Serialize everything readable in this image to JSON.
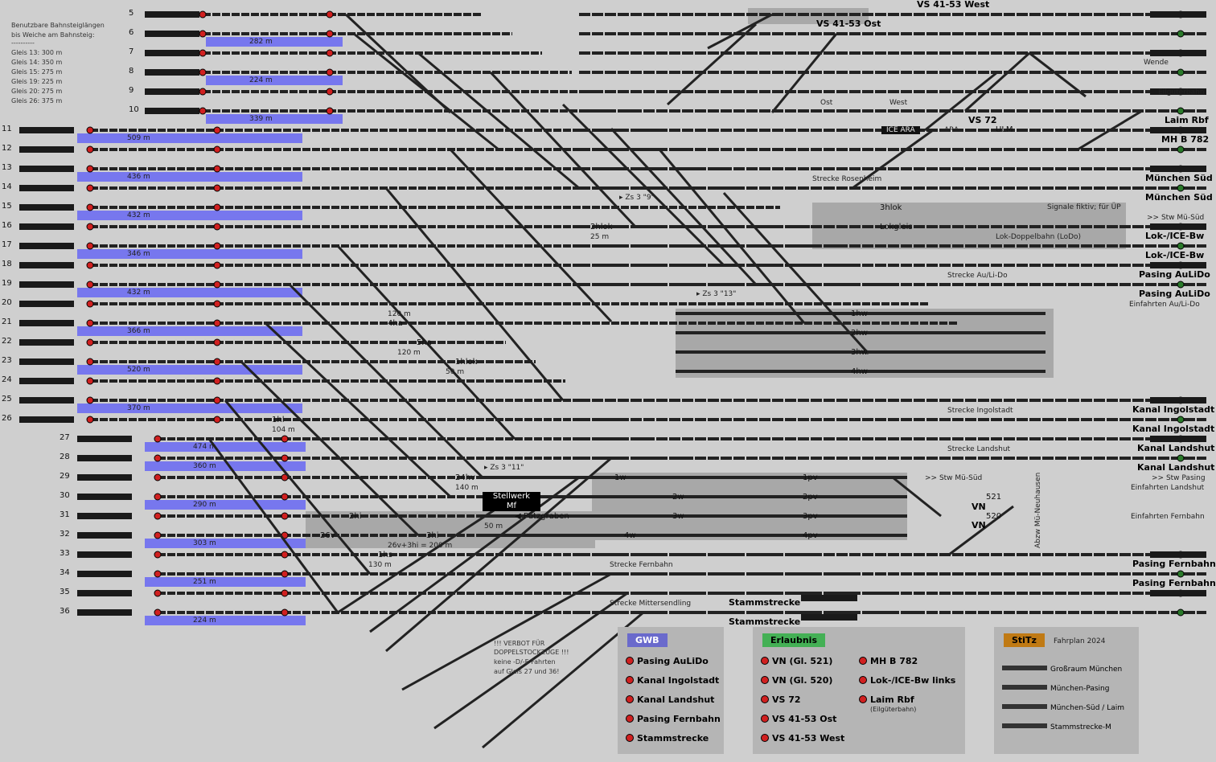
{
  "legend_top": {
    "title_lines": [
      "Benutzbare Bahnsteiglängen",
      "bis Weiche am Bahnsteig:",
      "----------"
    ],
    "rows": [
      "Gleis 13: 300 m",
      "Gleis 14: 350 m",
      "Gleis 15: 275 m",
      "Gleis 19: 225 m",
      "Gleis 20: 275 m",
      "Gleis 26: 375 m"
    ]
  },
  "tracks": [
    {
      "num": "5",
      "platform": "",
      "len": ""
    },
    {
      "num": "6",
      "platform": "282 m",
      "len": ""
    },
    {
      "num": "7",
      "platform": "",
      "len": ""
    },
    {
      "num": "8",
      "platform": "224 m",
      "len": ""
    },
    {
      "num": "9",
      "platform": "",
      "len": ""
    },
    {
      "num": "10",
      "platform": "339 m",
      "len": ""
    },
    {
      "num": "11",
      "platform": "509 m",
      "len": ""
    },
    {
      "num": "12",
      "platform": "",
      "len": ""
    },
    {
      "num": "13",
      "platform": "436 m",
      "len": ""
    },
    {
      "num": "14",
      "platform": "",
      "len": ""
    },
    {
      "num": "15",
      "platform": "432 m",
      "len": ""
    },
    {
      "num": "16",
      "platform": "",
      "len": ""
    },
    {
      "num": "17",
      "platform": "346 m",
      "len": ""
    },
    {
      "num": "18",
      "platform": "",
      "len": ""
    },
    {
      "num": "19",
      "platform": "432 m",
      "len": ""
    },
    {
      "num": "20",
      "platform": "",
      "len": ""
    },
    {
      "num": "21",
      "platform": "366 m",
      "len": ""
    },
    {
      "num": "22",
      "platform": "",
      "len": ""
    },
    {
      "num": "23",
      "platform": "520 m",
      "len": ""
    },
    {
      "num": "24",
      "platform": "",
      "len": ""
    },
    {
      "num": "25",
      "platform": "370 m",
      "len": ""
    },
    {
      "num": "26",
      "platform": "",
      "len": ""
    },
    {
      "num": "27",
      "platform": "474 m",
      "len": ""
    },
    {
      "num": "28",
      "platform": "360 m",
      "len": ""
    },
    {
      "num": "29",
      "platform": "",
      "len": ""
    },
    {
      "num": "30",
      "platform": "290 m",
      "len": ""
    },
    {
      "num": "31",
      "platform": "",
      "len": ""
    },
    {
      "num": "32",
      "platform": "303 m",
      "len": ""
    },
    {
      "num": "33",
      "platform": "",
      "len": ""
    },
    {
      "num": "34",
      "platform": "251 m",
      "len": ""
    },
    {
      "num": "35",
      "platform": "",
      "len": ""
    },
    {
      "num": "36",
      "platform": "224 m",
      "len": ""
    }
  ],
  "right_labels": {
    "vs4153_west": "VS 41-53 West",
    "vs4153_ost": "VS 41-53 Ost",
    "wende": "Wende",
    "eilgueterbahn": "Eilgüterbahn",
    "laim_rbf": "Laim Rbf",
    "mhb782": "MH B 782",
    "vs72": "VS 72",
    "muenchen_sued_1": "München Süd",
    "muenchen_sued_2": "München Süd",
    "signale_fiktiv": "Signale fiktiv; für ÜP",
    "stw_mu_sued": ">> Stw Mü-Süd",
    "lok_ice_bw_1": "Lok-/ICE-Bw",
    "lok_ice_bw_2": "Lok-/ICE-Bw",
    "pasing_aulido_1": "Pasing AuLiDo",
    "pasing_aulido_2": "Pasing AuLiDo",
    "einfahrten_auli": "Einfahrten Au/Li-Do",
    "kanal_ingolstadt_1": "Kanal Ingolstadt",
    "kanal_ingolstadt_2": "Kanal Ingolstadt",
    "kanal_landshut_1": "Kanal Landshut",
    "kanal_landshut_2": "Kanal Landshut",
    "stw_pasing": ">> Stw Pasing",
    "einfahrten_landshut": "Einfahrten Landshut",
    "einfahrten_fernbahn": "Einfahrten Fernbahn",
    "pasing_fernbahn_1": "Pasing Fernbahn",
    "pasing_fernbahn_2": "Pasing Fernbahn",
    "stammstrecke_1": "Stammstrecke",
    "stammstrecke_2": "Stammstrecke",
    "stw_mu_sued2": ">> Stw Mü-Süd",
    "vn1": "VN",
    "vn2": "VN",
    "sig521": "521",
    "sig520": "520",
    "abzw": "Abzw Mü-Neuhausen"
  },
  "center_labels": {
    "ost": "Ost",
    "west": "West",
    "ice_ara": "ICE ARA",
    "ara": "ARA",
    "ulm": "ULM",
    "strecke_rosenheim": "Strecke Rosenheim",
    "zs3_9": "▸ Zs 3 \"9\"",
    "zs3_13": "▸ Zs 3 \"13\"",
    "zs3_11": "▸ Zs 3 \"11\"",
    "hlok2": "2hlok",
    "hlok2_len": "25 m",
    "hlok3": "3hlok",
    "lokgleis": "Lokgleis",
    "lodo": "Lok-Doppelbahn (LoDo)",
    "strecke_auli": "Strecke Au/Li-Do",
    "hw1": "1hw",
    "hw2": "2hw",
    "hw3": "3hw",
    "hw4": "4hw",
    "ha4": "4ha",
    "ha4_len": "120 m",
    "ha5": "5ha",
    "ha5_len": "120 m",
    "hlok1": "1hlok",
    "hlok1_len": "50 m",
    "hl1": "1hl",
    "hl1_len": "104 m",
    "strecke_ingolstadt": "Strecke Ingolstadt",
    "strecke_landshut": "Strecke Landshut",
    "hv24": "24hv",
    "hv24_len": "140 m",
    "stellwerk": "Stellwerk",
    "mf": "Mf",
    "putzgraben": "◀ Putzgraben",
    "hi2": "2hi",
    "hi2_len": "50 m",
    "hi3": "3hi",
    "v26": "26v",
    "v26_sum": "26v+3hi = 200 m",
    "hs1": "1hs",
    "hs1_len": "130 m",
    "w1": "1w",
    "w2": "2w",
    "w3": "3w",
    "w4": "4w",
    "pv1": "1pv",
    "pv2": "2pv",
    "pv3": "3pv",
    "pv4": "4pv",
    "strecke_fernbahn": "Strecke Fernbahn",
    "strecke_mittersendling": "Strecke Mittersendling"
  },
  "verbot": [
    "!!! VERBOT FÜR",
    "DOPPELSTOCKZÜGE !!!",
    "keine -D/-E Fahrten",
    "auf Gleis 27 und 36!"
  ],
  "panels": {
    "gwb": {
      "title": "GWB",
      "color": "#6a6acc",
      "items": [
        "Pasing AuLiDo",
        "Kanal Ingolstadt",
        "Kanal Landshut",
        "Pasing Fernbahn",
        "Stammstrecke"
      ]
    },
    "erlaubnis": {
      "title": "Erlaubnis",
      "color": "#44b055",
      "items_left": [
        "VN (Gl. 521)",
        "VN (Gl. 520)",
        "VS 72",
        "VS 41-53 Ost",
        "VS 41-53 West"
      ],
      "items_right": [
        "MH B 782",
        "Lok-/ICE-Bw links",
        "Laim Rbf"
      ],
      "laim_sub": "(Eilgüterbahn)"
    },
    "stitz": {
      "title": "StiTz",
      "color": "#c07a14",
      "fahrplan": "Fahrplan 2024",
      "items": [
        "Großraum München",
        "München-Pasing",
        "München-Süd / Laim",
        "Stammstrecke-M"
      ]
    }
  },
  "colors": {
    "bg": "#cfcfcf",
    "platform": "#7777ee",
    "track": "#222222",
    "signal": "#d02020",
    "shade": "#a8a8a8"
  }
}
